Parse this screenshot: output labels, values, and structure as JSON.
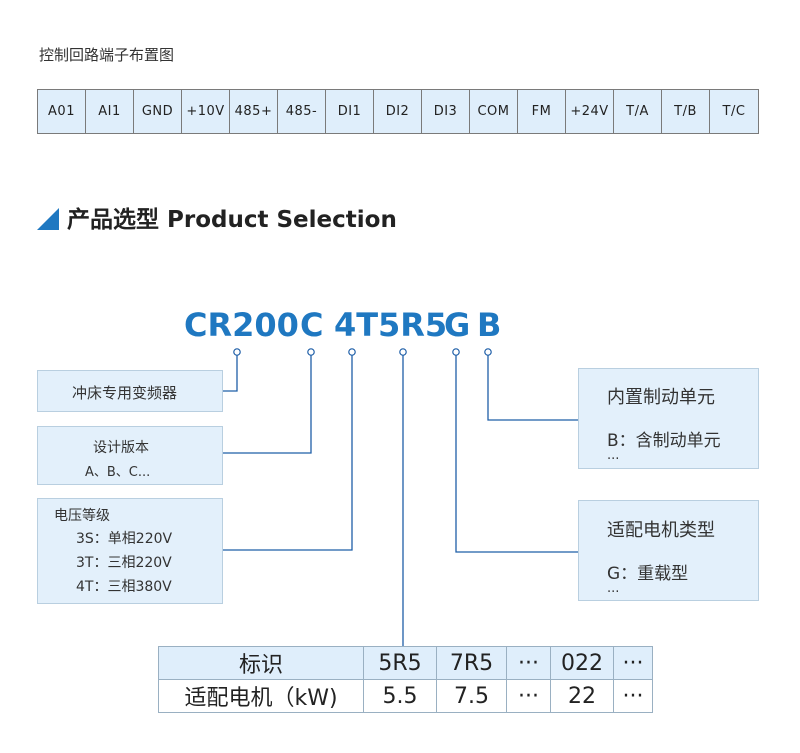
{
  "terminals": {
    "title": "控制回路端子布置图",
    "items": [
      "A01",
      "AI1",
      "GND",
      "+10V",
      "485+",
      "485-",
      "DI1",
      "DI2",
      "DI3",
      "COM",
      "FM",
      "+24V",
      "T/A",
      "T/B",
      "T/C"
    ]
  },
  "section": {
    "title": "产品选型 Product Selection",
    "accent_color": "#1f78c1"
  },
  "model_code": {
    "parts": [
      "CR200",
      "C",
      "4T",
      "5R5",
      "G",
      "B"
    ],
    "color": "#1f78c1"
  },
  "boxes": {
    "punch": {
      "line1": "冲床专用变频器"
    },
    "version": {
      "line1": "设计版本",
      "line2": "A、B、C..."
    },
    "voltage": {
      "line1": "电压等级",
      "line2": "3S：单相220V",
      "line3": "3T：三相220V",
      "line4": "4T：三相380V"
    },
    "brake": {
      "line1": "内置制动单元",
      "line2": "B：含制动单元",
      "line3": "..."
    },
    "motor": {
      "line1": "适配电机类型",
      "line2": "G：重载型",
      "line3": "..."
    }
  },
  "power_table": {
    "row1": [
      "标识",
      "5R5",
      "7R5",
      "···",
      "022",
      "···"
    ],
    "row2": [
      "适配电机（kW)",
      "5.5",
      "7.5",
      "···",
      "22",
      "···"
    ]
  },
  "colors": {
    "box_fill": "#e3f0fb",
    "line": "#1f5fa8",
    "table_fill": "#dfeefb"
  }
}
